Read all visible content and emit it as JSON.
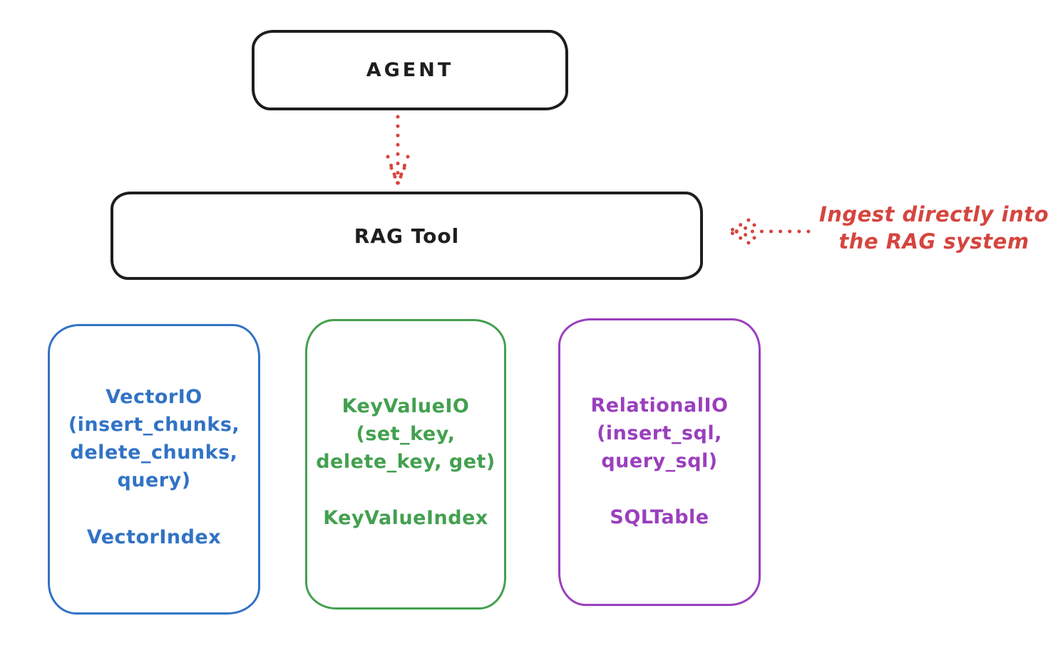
{
  "diagram": {
    "agent": {
      "label": "AGENT"
    },
    "rag_tool": {
      "label": "RAG Tool"
    },
    "annotation": {
      "text": "Ingest directly into\nthe RAG system"
    },
    "stores": {
      "vector": {
        "io": "VectorIO\n(insert_chunks,\ndelete_chunks,\nquery)",
        "index": "VectorIndex",
        "color": "#3173c5"
      },
      "keyvalue": {
        "io": "KeyValueIO\n(set_key,\ndelete_key, get)",
        "index": "KeyValueIndex",
        "color": "#43a04f"
      },
      "relational": {
        "io": "RelationalIO\n(insert_sql,\nquery_sql)",
        "index": "SQLTable",
        "color": "#9a3fbd"
      }
    },
    "colors": {
      "ink": "#1e1e1e",
      "accent_red": "#d5453f",
      "background": "#ffffff"
    }
  }
}
